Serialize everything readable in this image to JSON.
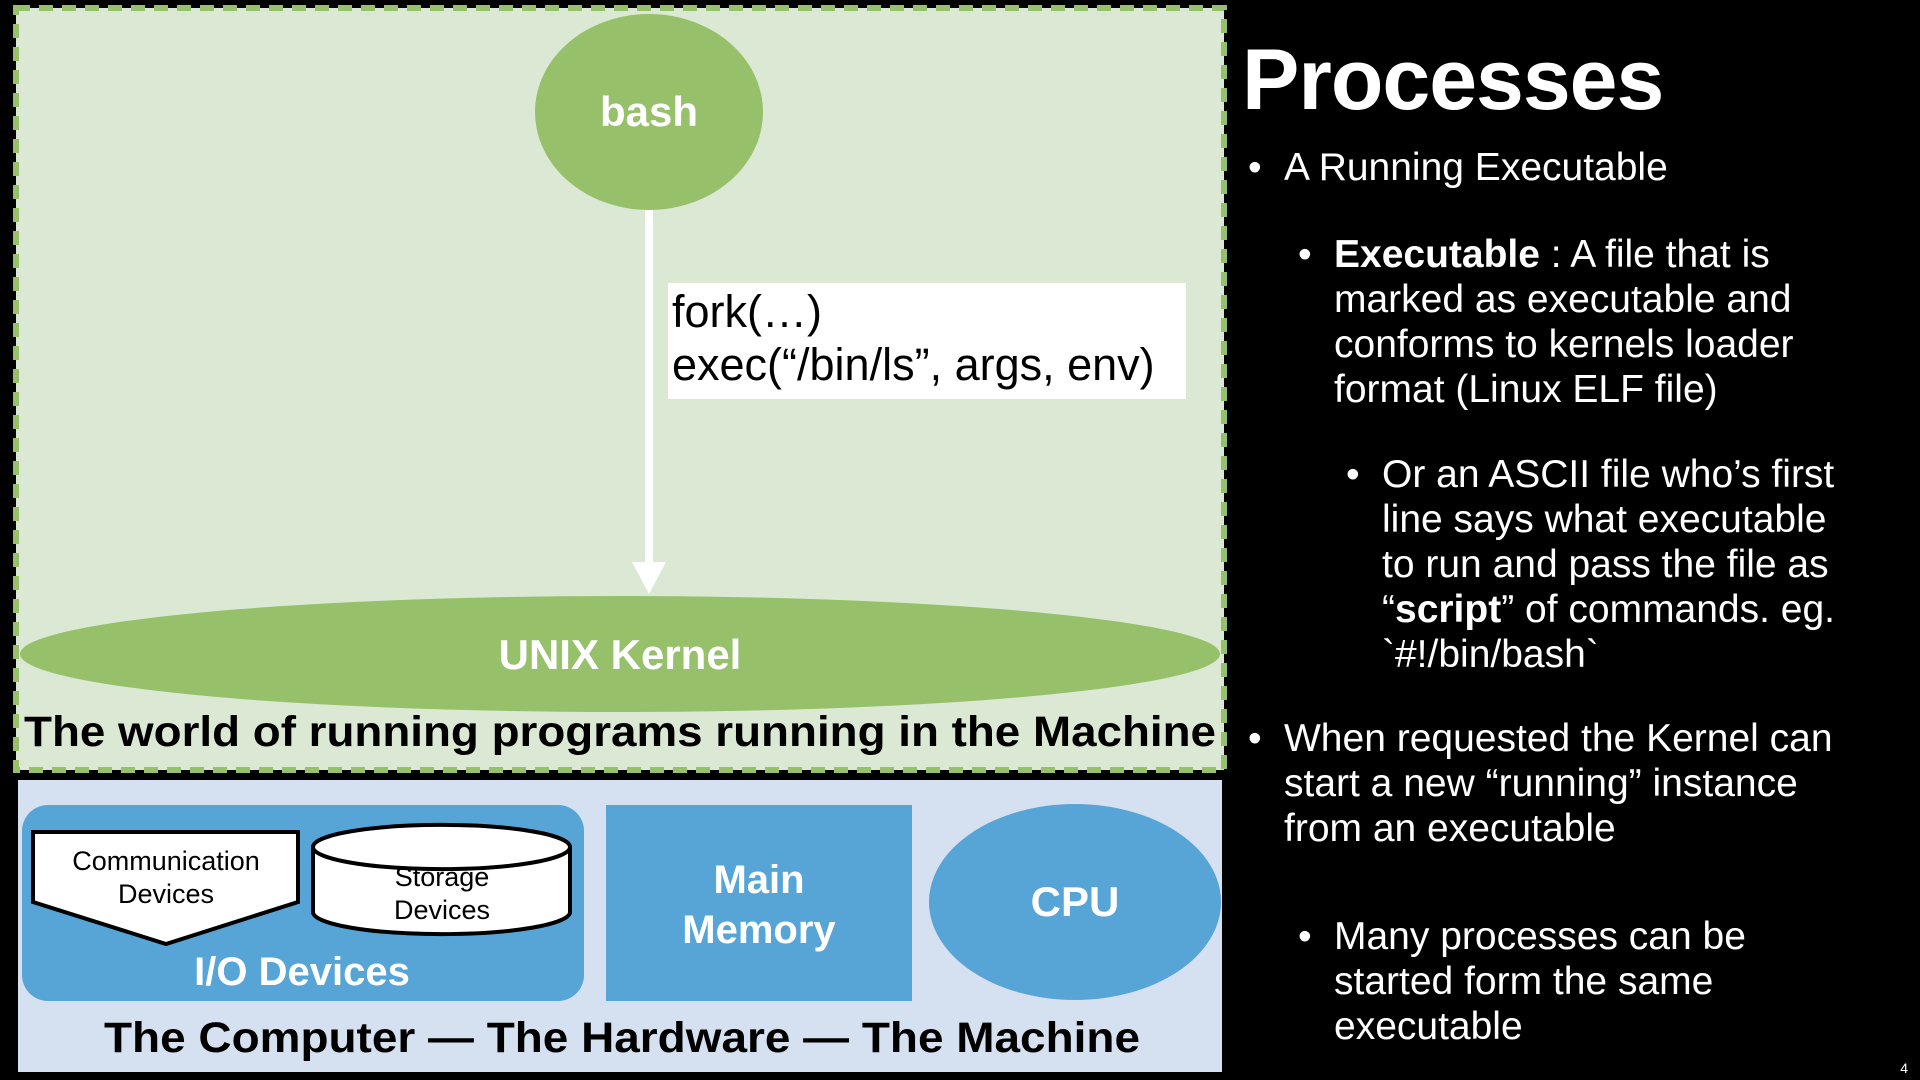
{
  "diagram": {
    "bash_label": "bash",
    "syscall_line1": "fork(…)",
    "syscall_line2": "exec(“/bin/ls”, args, env)",
    "kernel_label": "UNIX Kernel",
    "world_caption": "The world of running programs running in the Machine",
    "comm_devices_line1": "Communication",
    "comm_devices_line2": "Devices",
    "storage_devices_line1": "Storage",
    "storage_devices_line2": "Devices",
    "io_devices_label": "I/O Devices",
    "main_memory_line1": "Main",
    "main_memory_line2": "Memory",
    "cpu_label": "CPU",
    "hardware_caption": "The Computer — The Hardware — The Machine"
  },
  "colors": {
    "world_bg": "#dbe9d4",
    "green": "#97c06b",
    "hw_bg": "#d5e1f0",
    "blue": "#57a4d7"
  },
  "slide": {
    "title": "Processes",
    "bullet1": "A Running Executable",
    "bullet2_bold": "Executable",
    "bullet2_rest_line1": " : A file that is",
    "bullet2_line2": "marked as executable and",
    "bullet2_line3": "conforms to kernels loader",
    "bullet2_line4": "format (Linux ELF file)",
    "bullet3_line1": "Or an ASCII file who’s first",
    "bullet3_line2": "line says what executable",
    "bullet3_line3": "to run and pass the file as",
    "bullet3_line4_open": "“",
    "bullet3_line4_bold": "script",
    "bullet3_line4_rest": "” of commands. eg.",
    "bullet3_line5": "`#!/bin/bash`",
    "bullet4_line1": "When requested the Kernel can",
    "bullet4_line2": "start a new “running” instance",
    "bullet4_line3": "from an executable",
    "bullet5_line1": "Many processes can be",
    "bullet5_line2": "started form the same",
    "bullet5_line3": "executable",
    "bullet_char": "•",
    "page_number": "4"
  }
}
